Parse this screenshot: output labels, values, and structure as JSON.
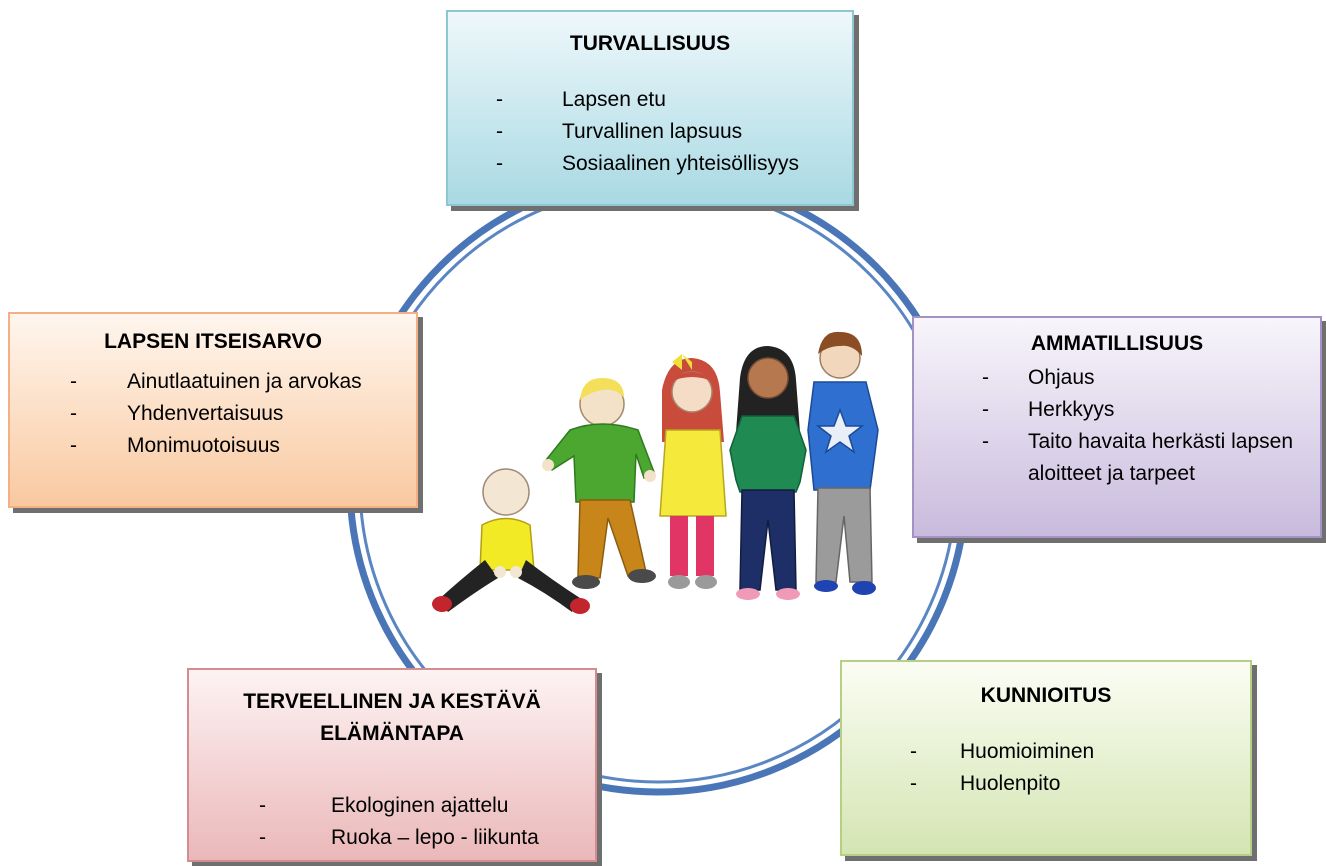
{
  "boxes": {
    "turvallisuus": {
      "title": "TURVALLISUUS",
      "items": [
        "Lapsen etu",
        "Turvallinen lapsuus",
        "Sosiaalinen yhteisöllisyys"
      ]
    },
    "lapsen_itseisarvo": {
      "title": "LAPSEN ITSEISARVO",
      "items": [
        "Ainutlaatuinen ja arvokas",
        "Yhdenvertaisuus",
        "Monimuotoisuus"
      ]
    },
    "ammatillisuus": {
      "title": "AMMATILLISUUS",
      "items": [
        "Ohjaus",
        "Herkkyys",
        "Taito havaita herkästi lapsen aloitteet ja tarpeet"
      ]
    },
    "kunnioitus": {
      "title": "KUNNIOITUS",
      "items": [
        "Huomioiminen",
        "Huolenpito"
      ]
    },
    "elamantapa": {
      "title": "TERVEELLINEN JA KESTÄVÄ ELÄMÄNTAPA",
      "items": [
        "Ekologinen ajattelu",
        "Ruoka – lepo - liikunta"
      ]
    }
  },
  "dash": "-",
  "colors": {
    "ring": "#4a76b8",
    "turvallisuus": "#a9d9e3",
    "lapsen_itseisarvo": "#f9c9a0",
    "ammatillisuus": "#c8bbdd",
    "kunnioitus": "#d4e5b2",
    "elamantapa": "#ebb8b9"
  },
  "illustration": "five-children-drawing"
}
